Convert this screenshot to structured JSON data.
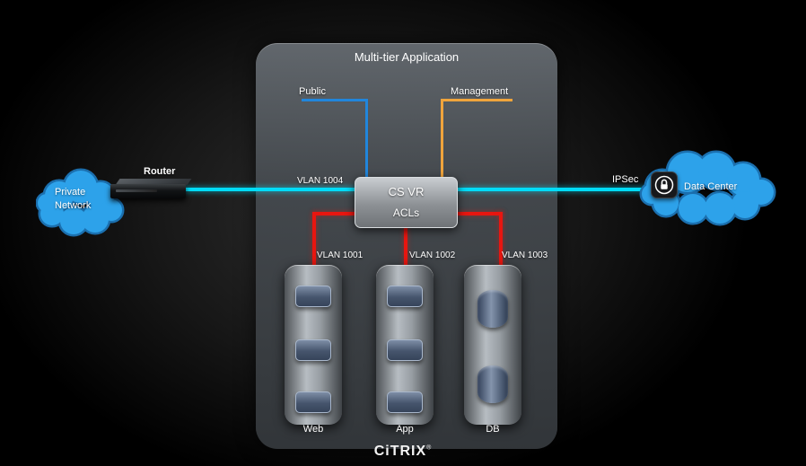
{
  "panel": {
    "title": "Multi-tier Application"
  },
  "colors": {
    "public_line": "#2186dc",
    "management_line": "#f0a43c",
    "trunk_line": "#00dcf8",
    "vlan_line": "#e81610",
    "cloud_fill": "#2da2ea",
    "cloud_edge": "#1b6fae"
  },
  "links": {
    "public": {
      "label": "Public"
    },
    "management": {
      "label": "Management"
    },
    "vlan_trunk": {
      "label": "VLAN 1004"
    },
    "ipsec": {
      "label": "IPSec"
    }
  },
  "nodes": {
    "csvr": {
      "title": "CS VR",
      "subtitle": "ACLs"
    },
    "router": {
      "label": "Router"
    },
    "private_network": {
      "label": "Private Network"
    },
    "data_center": {
      "label": "Data Center"
    }
  },
  "servers": [
    {
      "label": "Web",
      "vlan": "VLAN 1001"
    },
    {
      "label": "App",
      "vlan": "VLAN 1002"
    },
    {
      "label": "DB",
      "vlan": "VLAN 1003"
    }
  ],
  "footer": {
    "logo": "CiTRIX",
    "reg": "®"
  }
}
